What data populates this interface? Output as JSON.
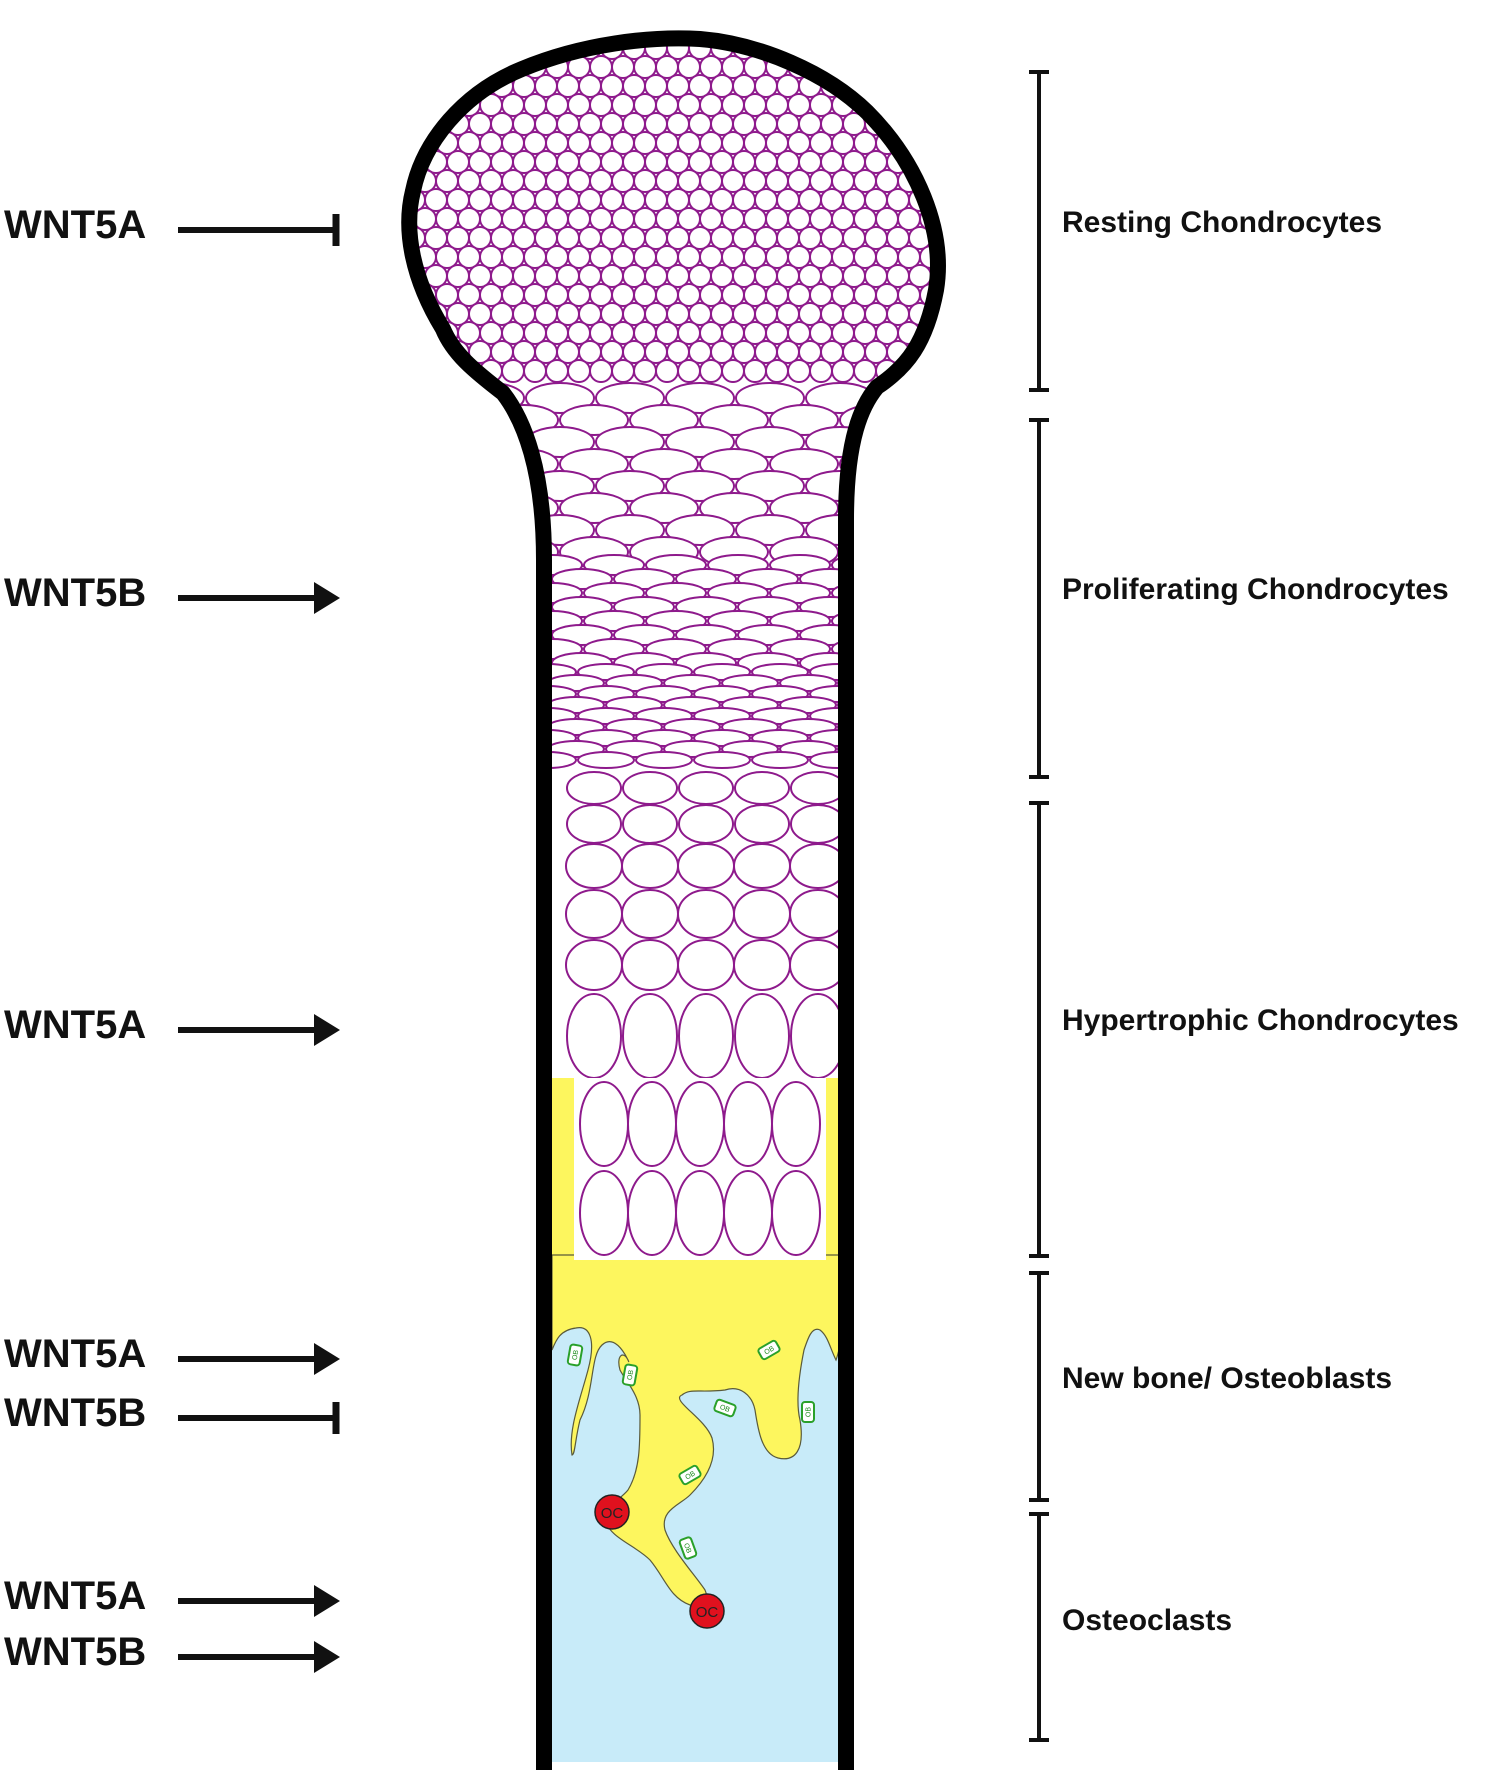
{
  "colors": {
    "outline": "#000000",
    "cell_stroke": "#8e1a8c",
    "cell_fill": "#ffffff",
    "bone": "#fdf65e",
    "marrow": "#c8ebf9",
    "osteoclast": "#e0111e",
    "osteoblast": "#2aa02a"
  },
  "signals": [
    {
      "gene": "WNT5A",
      "effect": "inhibit"
    },
    {
      "gene": "WNT5B",
      "effect": "activate"
    },
    {
      "gene": "WNT5A",
      "effect": "activate"
    },
    {
      "gene": "WNT5A",
      "effect": "activate"
    },
    {
      "gene": "WNT5B",
      "effect": "inhibit"
    },
    {
      "gene": "WNT5A",
      "effect": "activate"
    },
    {
      "gene": "WNT5B",
      "effect": "activate"
    }
  ],
  "zones": [
    {
      "label": "Resting Chondrocytes"
    },
    {
      "label": "Proliferating Chondrocytes"
    },
    {
      "label": "Hypertrophic Chondrocytes"
    },
    {
      "label": "New bone/ Osteoblasts"
    },
    {
      "label": "Osteoclasts"
    }
  ],
  "cell_markers": {
    "osteoclast_label": "OC",
    "osteoblast_label": "OB"
  },
  "icons": [
    "activation-arrow-icon",
    "inhibition-tbar-icon",
    "zone-bracket-icon"
  ]
}
